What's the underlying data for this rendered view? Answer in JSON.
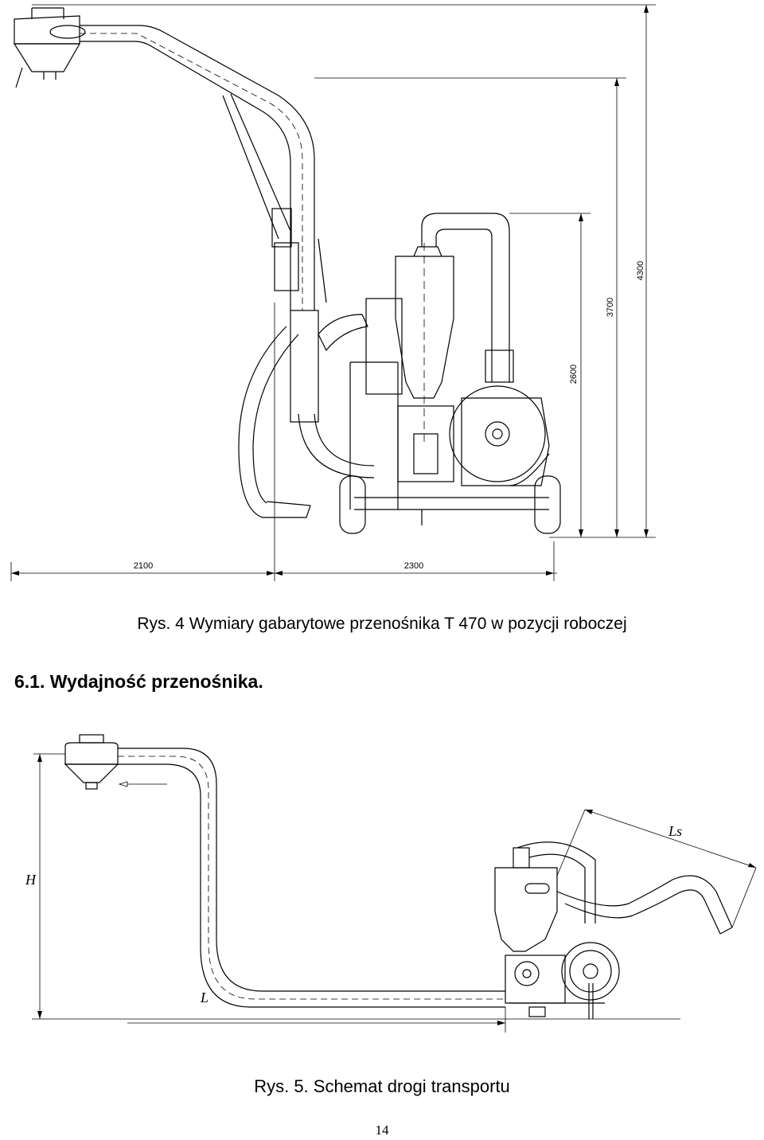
{
  "figure1": {
    "dimensions": {
      "width_left": "2100",
      "width_right": "2300",
      "height_1": "2600",
      "height_2": "3700",
      "height_3": "4300"
    },
    "caption": "Rys. 4 Wymiary gabarytowe przenośnika T 470 w pozycji roboczej"
  },
  "section_heading": "6.1. Wydajność przenośnika.",
  "figure2": {
    "labels": {
      "height": "H",
      "length": "L",
      "suction_length": "Ls"
    },
    "caption": "Rys. 5. Schemat drogi transportu"
  },
  "page_number": "14"
}
